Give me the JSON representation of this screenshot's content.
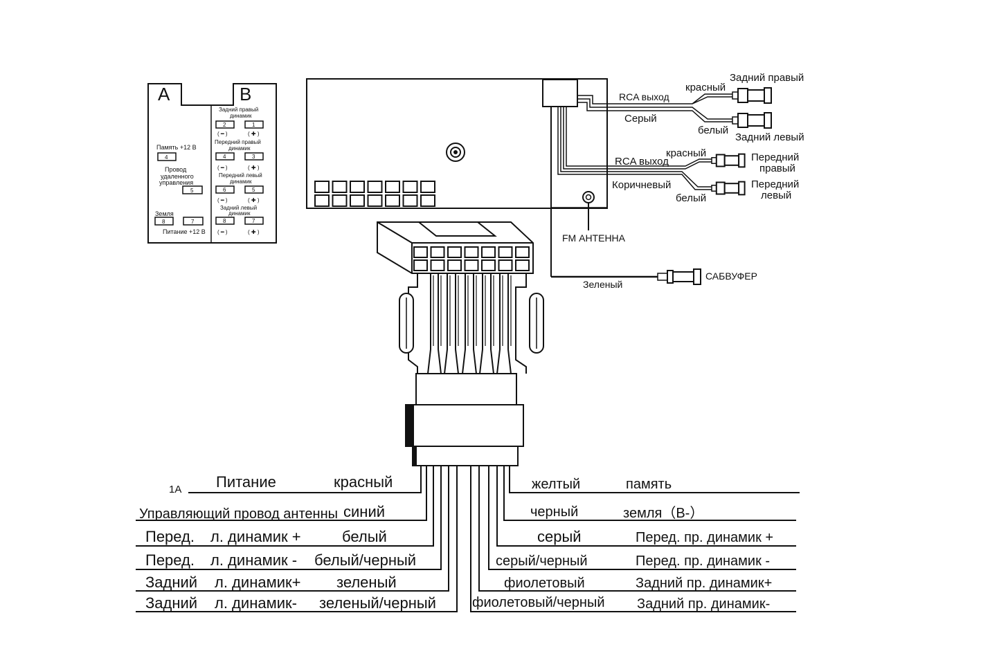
{
  "iso_panel": {
    "label_a": "A",
    "label_b": "B",
    "a_memory": "Память  +12 В",
    "a_pin4": "4",
    "a_remote_1": "Провод",
    "a_remote_2": "удаленного",
    "a_remote_3": "управления",
    "a_pin5": "5",
    "a_ground": "Земля",
    "a_pin8": "8",
    "a_pin7": "7",
    "a_power": "Питание +12 В",
    "b_rr_1": "Задний правый",
    "b_rr_2": "динамик",
    "b_pin2": "2",
    "b_pin1": "1",
    "b_fr_1": "Передний правый",
    "b_fr_2": "динамик",
    "b_pin4": "4",
    "b_pin3": "3",
    "b_fl_1": "Передний левый",
    "b_fl_2": "динамик",
    "b_pin6": "6",
    "b_pin5": "5",
    "b_rl_1": "Задний левый",
    "b_rl_2": "динамик",
    "b_pin8": "8",
    "b_pin7": "7",
    "minus": "( ━ )",
    "plus": "( ✚ )"
  },
  "rca_rear": {
    "output": "RCA выход",
    "color": "Серый",
    "red": "красный",
    "white": "белый",
    "right": "Задний правый",
    "left": "Задний левый"
  },
  "rca_front": {
    "output": "RCA выход",
    "color": "Коричневый",
    "red": "красный",
    "white": "белый",
    "right_1": "Передний",
    "right_2": "правый",
    "left_1": "Передний",
    "left_2": "левый"
  },
  "antenna": "FM АНТЕННА",
  "subwoofer": {
    "wire": "Зеленый",
    "label": "САБВУФЕР"
  },
  "left_wires": [
    {
      "prefix": "1А",
      "function": "Питание",
      "color": "красный"
    },
    {
      "prefix": "",
      "function": "Управляющий провод антенны",
      "color": "синий"
    },
    {
      "prefix": "Перед.",
      "function": "л. динамик +",
      "color": "белый"
    },
    {
      "prefix": "Перед.",
      "function": "л. динамик -",
      "color": "белый/черный"
    },
    {
      "prefix": "Задний",
      "function": "л. динамик+",
      "color": "зеленый"
    },
    {
      "prefix": "Задний",
      "function": "л. динамик-",
      "color": "зеленый/черный"
    }
  ],
  "right_wires": [
    {
      "color": "желтый",
      "function": "память"
    },
    {
      "color": "черный",
      "function": "земля（B-）"
    },
    {
      "color": "серый",
      "function": "Перед. пр. динамик +"
    },
    {
      "color": "серый/черный",
      "function": "Перед. пр. динамик -"
    },
    {
      "color": "фиолетовый",
      "function": "Задний пр. динамик+"
    },
    {
      "color": "фиолетовый/черный",
      "function": "Задний пр. динамик-"
    }
  ]
}
